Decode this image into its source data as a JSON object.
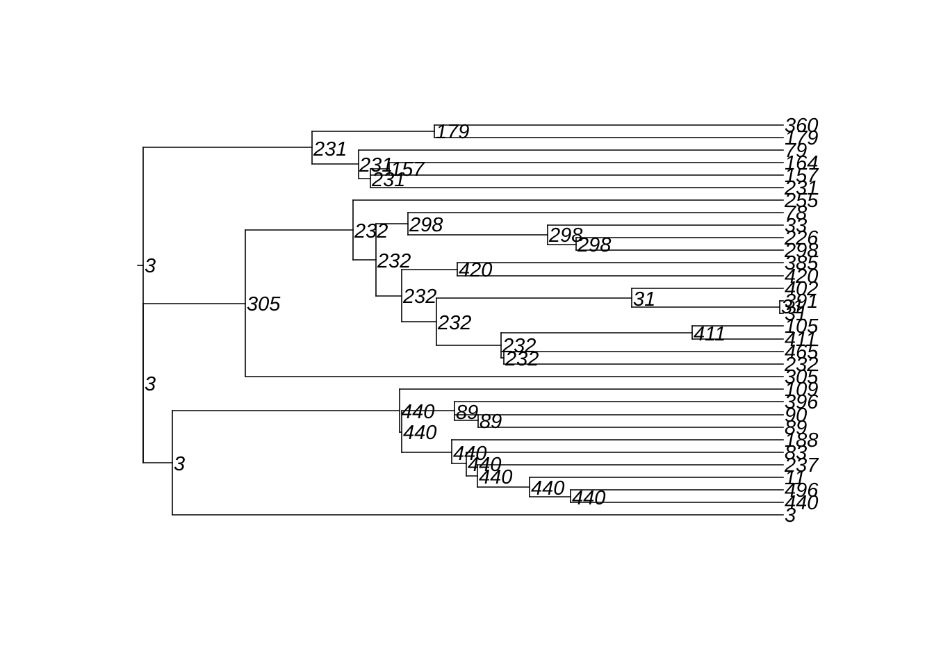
{
  "diagram": {
    "type": "phylogenetic-tree",
    "line_color": "#000000",
    "tip_labels": [
      "360",
      "179",
      "79",
      "164",
      "157",
      "231",
      "255",
      "78",
      "33",
      "226",
      "298",
      "385",
      "420",
      "402",
      "391",
      "31",
      "105",
      "411",
      "465",
      "232",
      "305",
      "109",
      "396",
      "90",
      "89",
      "188",
      "83",
      "237",
      "11",
      "496",
      "440",
      "3"
    ],
    "node_labels": [
      {
        "id": "root",
        "label": "3"
      },
      {
        "id": "a",
        "label": "231"
      },
      {
        "id": "a1",
        "label": "179"
      },
      {
        "id": "a2",
        "label": "231"
      },
      {
        "id": "a3",
        "label": "157"
      },
      {
        "id": "a4",
        "label": "231"
      },
      {
        "id": "b0",
        "label": "3"
      },
      {
        "id": "b",
        "label": "305"
      },
      {
        "id": "c",
        "label": "232"
      },
      {
        "id": "d",
        "label": "298"
      },
      {
        "id": "d2",
        "label": "298"
      },
      {
        "id": "d3",
        "label": "298"
      },
      {
        "id": "e",
        "label": "232"
      },
      {
        "id": "f",
        "label": "420"
      },
      {
        "id": "g",
        "label": "232"
      },
      {
        "id": "h",
        "label": "31"
      },
      {
        "id": "hh",
        "label": "31"
      },
      {
        "id": "i",
        "label": "232"
      },
      {
        "id": "j",
        "label": "411"
      },
      {
        "id": "k",
        "label": "232"
      },
      {
        "id": "k2",
        "label": "232"
      },
      {
        "id": "l",
        "label": "3"
      },
      {
        "id": "m",
        "label": "440"
      },
      {
        "id": "m2",
        "label": "440"
      },
      {
        "id": "n",
        "label": "89"
      },
      {
        "id": "n2",
        "label": "89"
      },
      {
        "id": "o",
        "label": "440"
      },
      {
        "id": "p",
        "label": "440"
      },
      {
        "id": "q",
        "label": "440"
      },
      {
        "id": "r",
        "label": "440"
      },
      {
        "id": "s",
        "label": "440"
      }
    ]
  }
}
